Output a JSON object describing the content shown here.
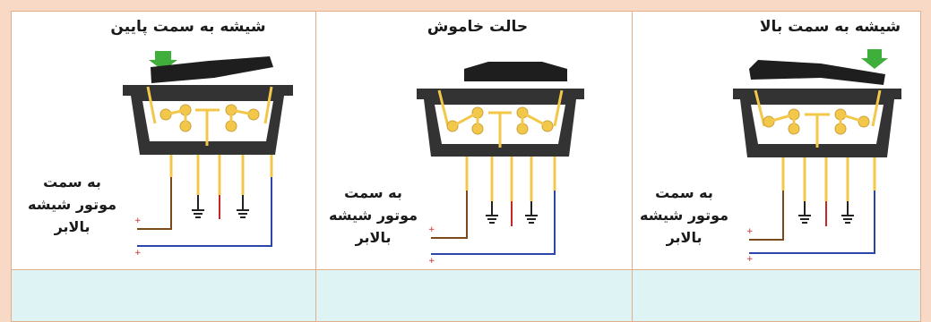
{
  "panels": [
    {
      "title": "شیشه به سمت پایین",
      "label": [
        "به سمت",
        "موتور شیشه",
        "بالابر"
      ],
      "state": "down"
    },
    {
      "title": "حالت خاموش",
      "label": [
        "به سمت",
        "موتور شیشه",
        "بالابر"
      ],
      "state": "off"
    },
    {
      "title": "شیشه به سمت بالا",
      "label": [
        "به سمت",
        "موتور شیشه",
        "بالابر"
      ],
      "state": "up"
    }
  ],
  "colors": {
    "background": "#f7d9c6",
    "cell_border": "#e4ad8c",
    "bottom_row": "#ddf3f4",
    "housing": "#333333",
    "rocker": "#1e1e1e",
    "contact": "#f3c84a",
    "arrow": "#3fae3a",
    "wire_brown": "#7a4a1a",
    "wire_blue": "#2b45a8",
    "wire_red": "#c62828"
  }
}
